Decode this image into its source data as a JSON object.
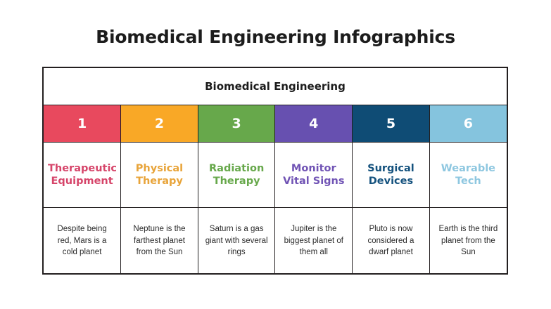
{
  "slide": {
    "title": "Biomedical Engineering Infographics",
    "background_color": "#ffffff",
    "title_color": "#1c1c1c",
    "border_color": "#231f20"
  },
  "table": {
    "header": {
      "title": "Biomedical Engineering"
    },
    "columns": [
      {
        "number": "1",
        "label": "Therapeutic Equipment",
        "body": "Despite being red, Mars is a cold planet",
        "swatch_color": "#e8495e",
        "label_color": "#d6456a"
      },
      {
        "number": "2",
        "label": "Physical Therapy",
        "body": "Neptune is the farthest planet from the Sun",
        "swatch_color": "#f9a826",
        "label_color": "#e8a43a"
      },
      {
        "number": "3",
        "label": "Radiation Therapy",
        "body": "Saturn is a gas giant with several rings",
        "swatch_color": "#67a84b",
        "label_color": "#67a84b"
      },
      {
        "number": "4",
        "label": "Monitor Vital Signs",
        "body": "Jupiter is the biggest planet of them all",
        "swatch_color": "#6750b0",
        "label_color": "#7154b5"
      },
      {
        "number": "5",
        "label": "Surgical Devices",
        "body": "Pluto is now considered a dwarf planet",
        "swatch_color": "#0f4c75",
        "label_color": "#15527e"
      },
      {
        "number": "6",
        "label": "Wearable Tech",
        "body": "Earth is the third planet from the Sun",
        "swatch_color": "#85c4de",
        "label_color": "#8ec7e0"
      }
    ]
  }
}
